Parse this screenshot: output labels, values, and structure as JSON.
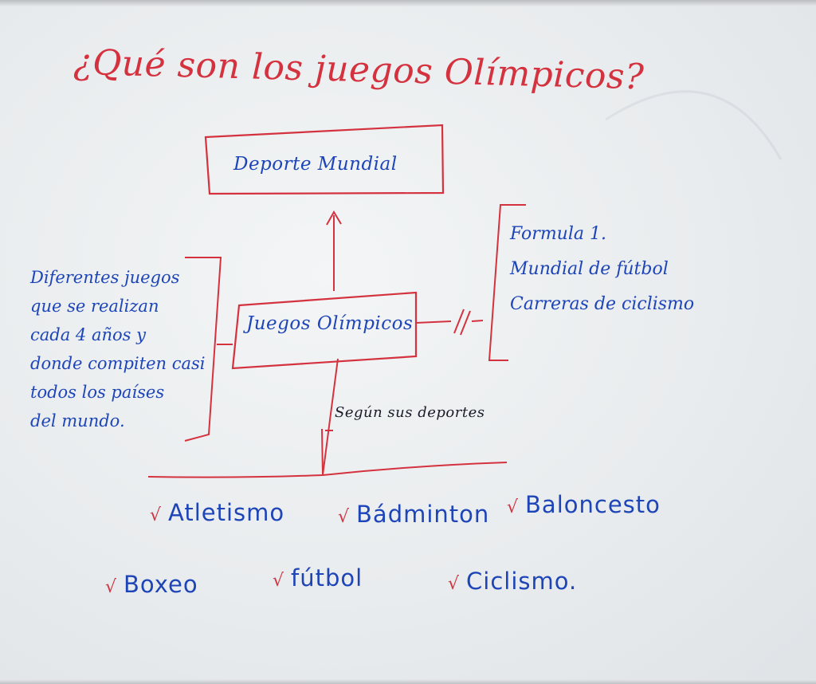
{
  "title": "¿Qué son los juegos Olímpicos?",
  "top_box": "Deporte Mundial",
  "center_box": "Juegos Olímpicos",
  "definition": [
    "Diferentes juegos",
    "que se realizan",
    "cada 4 años y",
    "donde compiten casi",
    "todos los países",
    "del mundo."
  ],
  "examples": [
    "Formula 1.",
    "Mundial de fútbol",
    "Carreras de ciclismo"
  ],
  "not_equal_symbol": "//",
  "criterion": "Según sus deportes",
  "check_mark": "√",
  "sports": [
    "Atletismo",
    "Bádminton",
    "Baloncesto",
    "Boxeo",
    "fútbol",
    "Ciclismo."
  ],
  "colors": {
    "red_marker": "#d4323f",
    "blue_marker": "#1e45b8",
    "board": "#eceff1"
  }
}
